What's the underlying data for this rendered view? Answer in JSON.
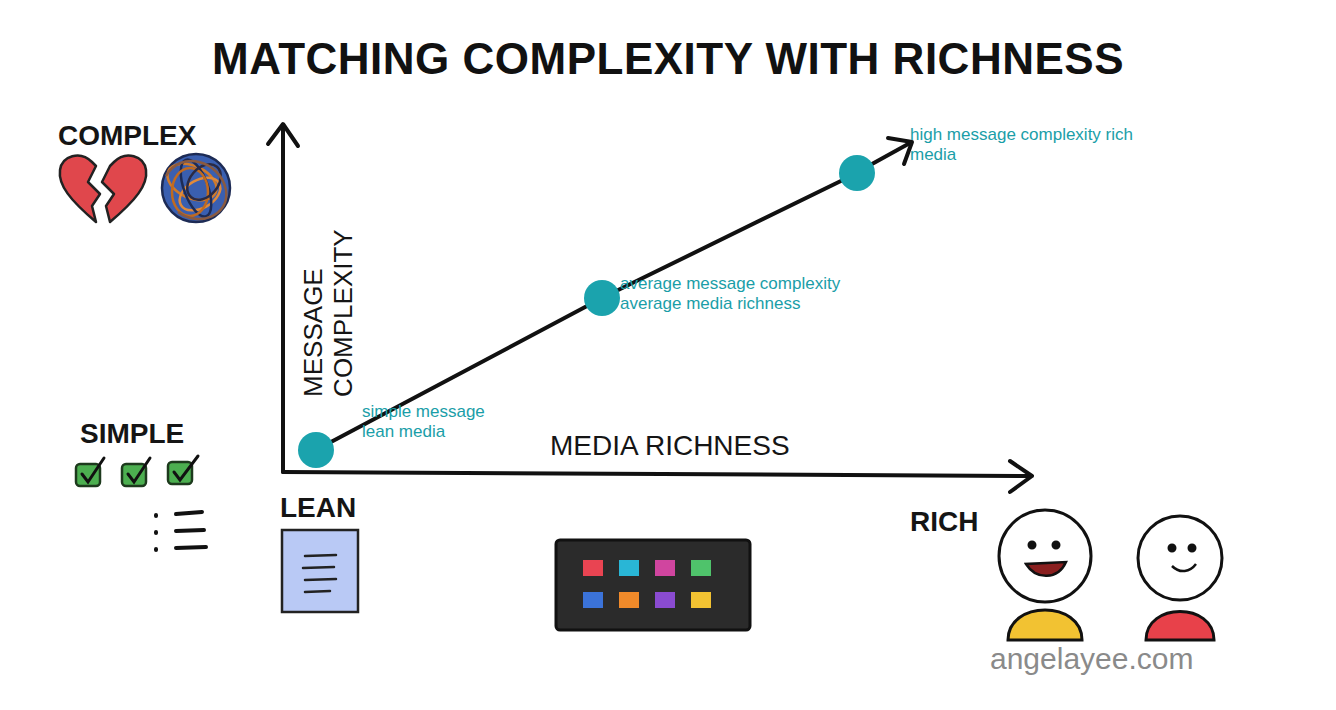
{
  "diagram": {
    "title": "MATCHING COMPLEXITY WITH RICHNESS",
    "nodes": [
      {
        "text": [
          "simple message lean media"
        ]
      },
      {
        "text": [
          "average message complexity average media richness"
        ]
      },
      {
        "text": [
          "high message complexity rich media"
        ]
      }
    ],
    "edges": [
      {
        "from": 0,
        "to": 1,
        "arrow": "none"
      },
      {
        "from": 1,
        "to": 2,
        "arrow": "none"
      }
    ],
    "labels": [
      "COMPLEX",
      "SIMPLE",
      "MESSAGE COMPLEXITY",
      "MEDIA RICHNESS",
      "LEAN",
      "RICH",
      "angelayee.com"
    ]
  }
}
